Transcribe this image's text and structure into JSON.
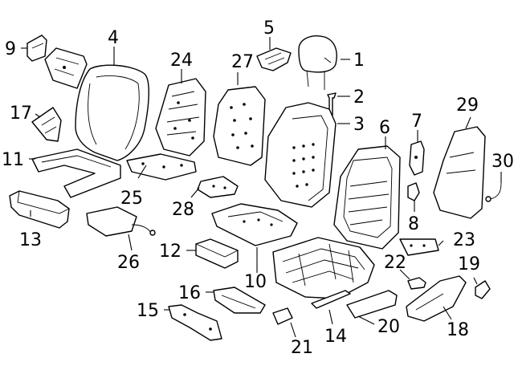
{
  "diagram": {
    "callouts": [
      {
        "id": "c1",
        "label": "1"
      },
      {
        "id": "c2",
        "label": "2"
      },
      {
        "id": "c3",
        "label": "3"
      },
      {
        "id": "c4",
        "label": "4"
      },
      {
        "id": "c5",
        "label": "5"
      },
      {
        "id": "c6",
        "label": "6"
      },
      {
        "id": "c7",
        "label": "7"
      },
      {
        "id": "c8",
        "label": "8"
      },
      {
        "id": "c9",
        "label": "9"
      },
      {
        "id": "c10",
        "label": "10"
      },
      {
        "id": "c11",
        "label": "11"
      },
      {
        "id": "c12",
        "label": "12"
      },
      {
        "id": "c13",
        "label": "13"
      },
      {
        "id": "c14",
        "label": "14"
      },
      {
        "id": "c15",
        "label": "15"
      },
      {
        "id": "c16",
        "label": "16"
      },
      {
        "id": "c17",
        "label": "17"
      },
      {
        "id": "c18",
        "label": "18"
      },
      {
        "id": "c19",
        "label": "19"
      },
      {
        "id": "c20",
        "label": "20"
      },
      {
        "id": "c21",
        "label": "21"
      },
      {
        "id": "c22",
        "label": "22"
      },
      {
        "id": "c23",
        "label": "23"
      },
      {
        "id": "c24",
        "label": "24"
      },
      {
        "id": "c25",
        "label": "25"
      },
      {
        "id": "c26",
        "label": "26"
      },
      {
        "id": "c27",
        "label": "27"
      },
      {
        "id": "c28",
        "label": "28"
      },
      {
        "id": "c29",
        "label": "29"
      },
      {
        "id": "c30",
        "label": "30"
      }
    ]
  }
}
